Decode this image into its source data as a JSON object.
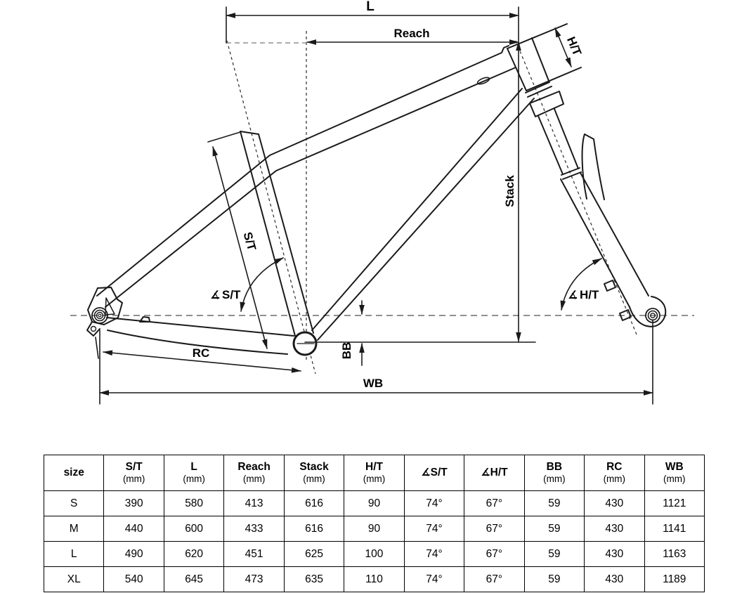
{
  "diagram": {
    "labels": {
      "top_length": "L",
      "reach": "Reach",
      "head_tube": "H/T",
      "seat_tube": "S/T",
      "stack": "Stack",
      "rear_center": "RC",
      "bb_drop": "BB",
      "wheelbase": "WB",
      "seat_tube_angle": "S/T",
      "head_tube_angle": "H/T",
      "angle_symbol": "∡"
    },
    "colors": {
      "ink": "#1a1a1a",
      "guide": "#8f8f8f",
      "background": "#ffffff"
    }
  },
  "table": {
    "columns": [
      {
        "label": "size",
        "unit": "",
        "angle": false
      },
      {
        "label": "S/T",
        "unit": "(mm)",
        "angle": false
      },
      {
        "label": "L",
        "unit": "(mm)",
        "angle": false
      },
      {
        "label": "Reach",
        "unit": "(mm)",
        "angle": false
      },
      {
        "label": "Stack",
        "unit": "(mm)",
        "angle": false
      },
      {
        "label": "H/T",
        "unit": "(mm)",
        "angle": false
      },
      {
        "label": "S/T",
        "unit": "",
        "angle": true
      },
      {
        "label": "H/T",
        "unit": "",
        "angle": true
      },
      {
        "label": "BB",
        "unit": "(mm)",
        "angle": false
      },
      {
        "label": "RC",
        "unit": "(mm)",
        "angle": false
      },
      {
        "label": "WB",
        "unit": "(mm)",
        "angle": false
      }
    ],
    "rows": [
      [
        "S",
        "390",
        "580",
        "413",
        "616",
        "90",
        "74°",
        "67°",
        "59",
        "430",
        "1121"
      ],
      [
        "M",
        "440",
        "600",
        "433",
        "616",
        "90",
        "74°",
        "67°",
        "59",
        "430",
        "1141"
      ],
      [
        "L",
        "490",
        "620",
        "451",
        "625",
        "100",
        "74°",
        "67°",
        "59",
        "430",
        "1163"
      ],
      [
        "XL",
        "540",
        "645",
        "473",
        "635",
        "110",
        "74°",
        "67°",
        "59",
        "430",
        "1189"
      ]
    ]
  }
}
